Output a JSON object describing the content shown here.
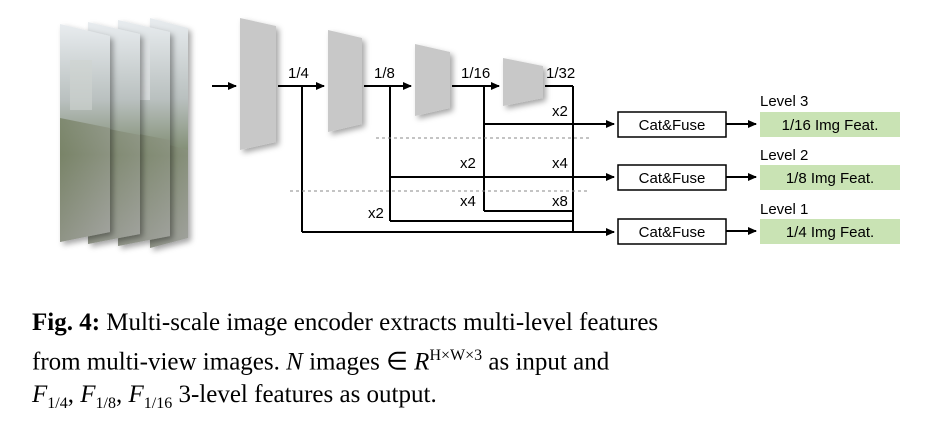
{
  "scales": [
    "1/4",
    "1/8",
    "1/16",
    "1/32"
  ],
  "upsample": {
    "top_x2": "x2",
    "mid_x2": "x2",
    "mid_x4": "x4",
    "low_x4": "x4",
    "low_x8": "x8",
    "bot_x2": "x2"
  },
  "fuse_label": "Cat&Fuse",
  "levels": [
    {
      "level": "Level 3",
      "feat": "1/16 Img Feat."
    },
    {
      "level": "Level 2",
      "feat": "1/8 Img Feat."
    },
    {
      "level": "Level 1",
      "feat": "1/4 Img Feat."
    }
  ],
  "caption": {
    "fig": "Fig. 4:",
    "line1": "Multi-scale image encoder extracts multi-level features",
    "line2a": "from multi-view images. ",
    "N": "N",
    "line2b": " images ∈ ",
    "R": "R",
    "R_sup": "H×W×3",
    "line2c": " as input and",
    "F1": "F",
    "F1_sub": "1/4",
    "F2": "F",
    "F2_sub": "1/8",
    "F3": "F",
    "F3_sub": "1/16",
    "line3": " 3-level features as output."
  },
  "colors": {
    "encoder": "#c8c8c8",
    "feat_box": "#c9e3b4"
  }
}
